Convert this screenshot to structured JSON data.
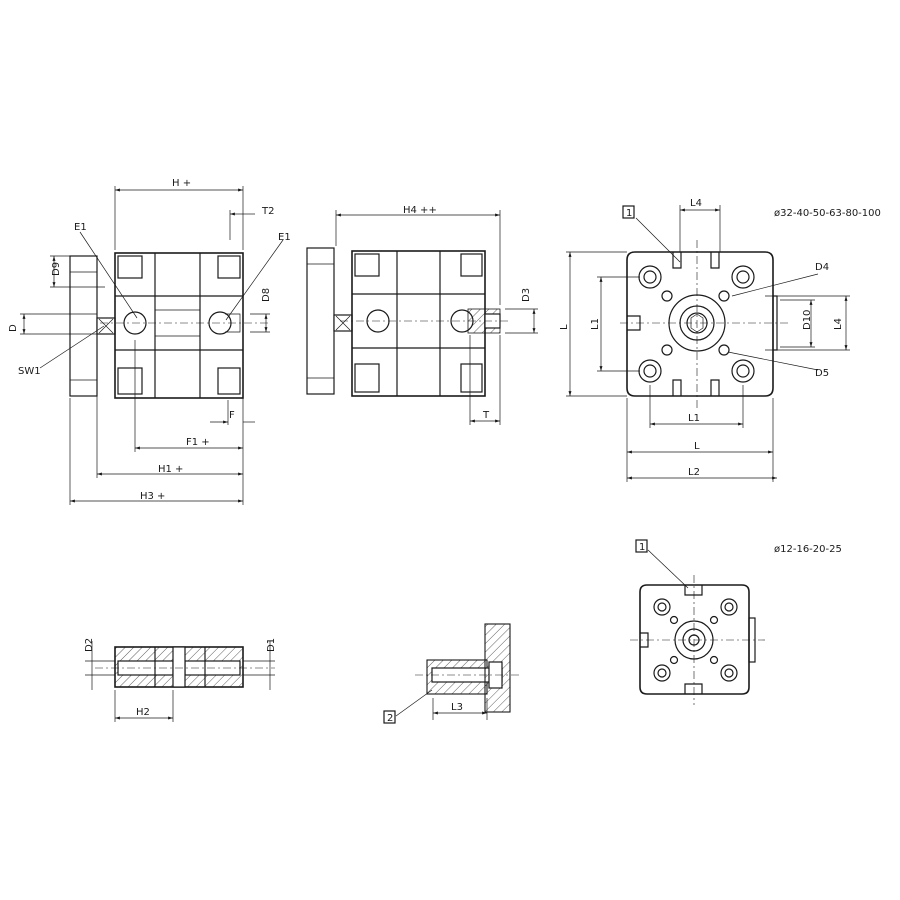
{
  "labels": {
    "E1_left": "E1",
    "D9": "D9",
    "D": "D",
    "SW1": "SW1",
    "H_plus": "H +",
    "T2": "T2",
    "E1_right": "E1",
    "D8": "D8",
    "F": "F",
    "F1_plus": "F1 +",
    "H1_plus": "H1 +",
    "H3_plus": "H3 +",
    "H4_pp": "H4 ++",
    "D3": "D3",
    "T": "T",
    "callout_1_top": "1",
    "L4_top": "L4",
    "size_range_large": "ø32-40-50-63-80-100",
    "D4": "D4",
    "L_left": "L",
    "L1_left": "L1",
    "D10": "D10",
    "L4_right": "L4",
    "D5": "D5",
    "L1_bottom": "L1",
    "L_bottom": "L",
    "L2_bottom": "L2",
    "callout_1_bottom": "1",
    "size_range_small": "ø12-16-20-25",
    "D2": "D2",
    "D1": "D1",
    "H2": "H2",
    "callout_2": "2",
    "L3": "L3"
  }
}
